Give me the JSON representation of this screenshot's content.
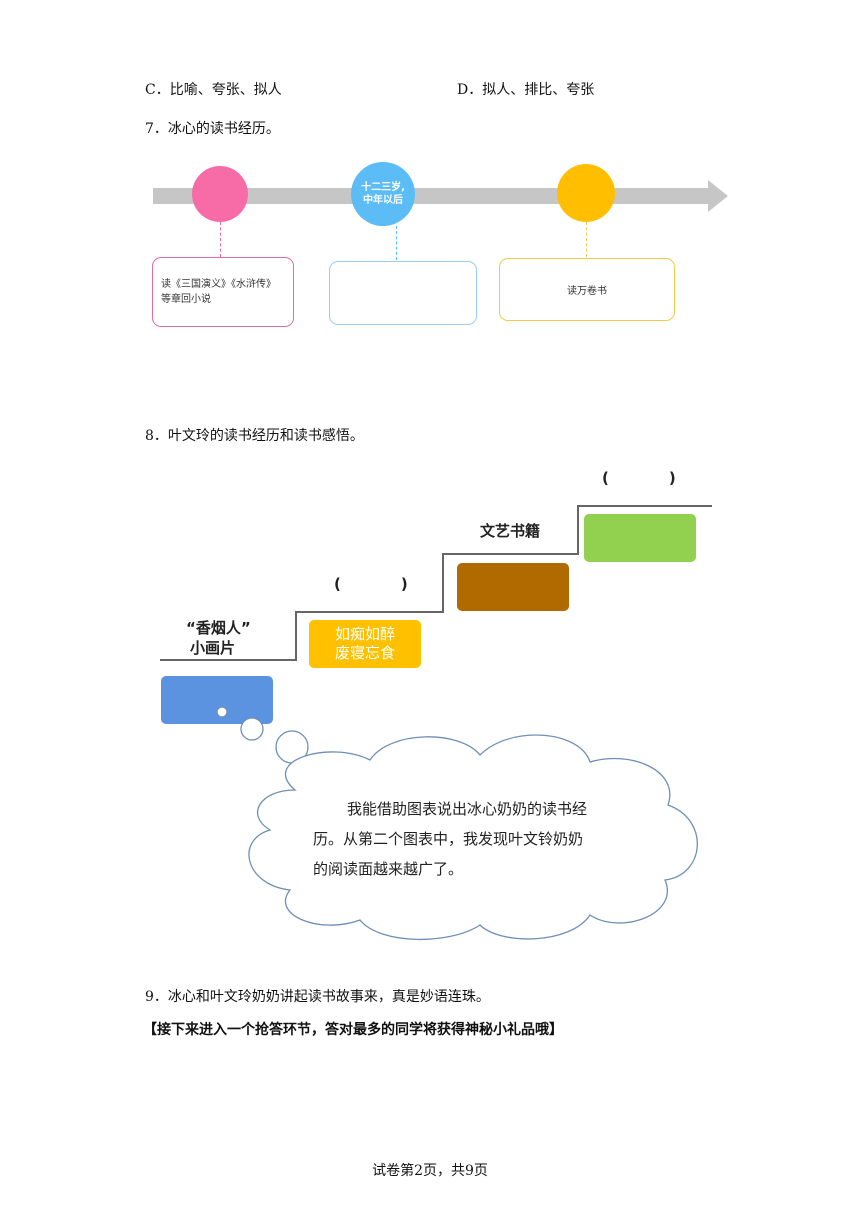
{
  "options": {
    "c": "C．比喻、夸张、拟人",
    "d": "D．拟人、排比、夸张"
  },
  "q7": {
    "title": "7．冰心的读书经历。",
    "milestones": [
      {
        "circle_color": "#f76ca6",
        "circle_text": "",
        "box_border": "#e46aa6",
        "box_text": "读《三国演义》《水浒传》等章回小说"
      },
      {
        "circle_color": "#5bbcf6",
        "circle_text_line1": "十二三岁,",
        "circle_text_line2": "中年以后",
        "box_border": "#9ccdf0",
        "box_text": ""
      },
      {
        "circle_color": "#ffbf00",
        "circle_text": "",
        "box_border": "#f2c94c",
        "box_text": "读万卷书"
      }
    ]
  },
  "q8": {
    "title": "8．叶文玲的读书经历和读书感悟。",
    "steps": [
      {
        "label_line1": "“香烟人”",
        "label_line2": "小画片",
        "color": "#5b93e0",
        "text": ""
      },
      {
        "label": "(　　　　)",
        "color": "#ffc000",
        "text_line1": "如痴如醉",
        "text_line2": "废寝忘食"
      },
      {
        "label": "文艺书籍",
        "color": "#b06a00",
        "text": ""
      },
      {
        "label": "(　　　　)",
        "color": "#92d050",
        "text": ""
      }
    ],
    "bubble": {
      "line1": "我能借助图表说出冰心奶奶的读书经",
      "line2": "历。从第二个图表中，我发现叶文铃奶奶",
      "line3": "的阅读面越来越广了。"
    }
  },
  "q9": {
    "title": "9．冰心和叶文玲奶奶讲起读书故事来，真是妙语连珠。",
    "note": "【接下来进入一个抢答环节，答对最多的同学将获得神秘小礼品哦】"
  },
  "footer": "试卷第2页，共9页"
}
